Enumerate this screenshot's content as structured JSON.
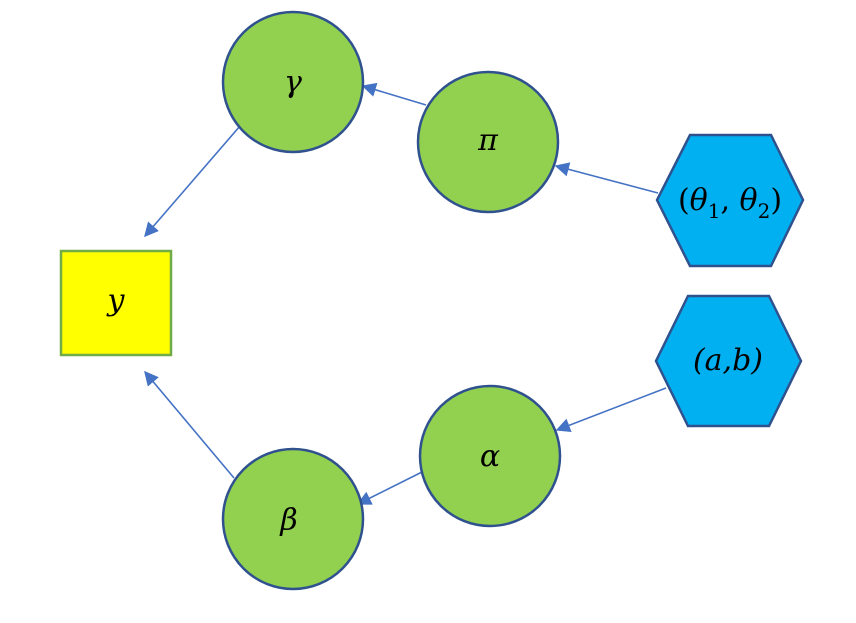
{
  "diagram": {
    "nodes": [
      {
        "id": "gamma",
        "label": "γ",
        "shape": "circle",
        "color": "#92d050"
      },
      {
        "id": "pi",
        "label": "π",
        "shape": "circle",
        "color": "#92d050"
      },
      {
        "id": "theta",
        "label": "(θ1,θ2)",
        "label_base": "(",
        "label_theta1": "θ",
        "label_sub1": "1",
        "label_comma": ", ",
        "label_theta2": "θ",
        "label_sub2": "2",
        "label_close": ")",
        "shape": "hexagon",
        "color": "#00b0f0"
      },
      {
        "id": "y",
        "label": "y",
        "shape": "square",
        "color": "#ffff00"
      },
      {
        "id": "ab",
        "label": "(a,b)",
        "shape": "hexagon",
        "color": "#00b0f0"
      },
      {
        "id": "alpha",
        "label": "α",
        "shape": "circle",
        "color": "#92d050"
      },
      {
        "id": "beta",
        "label": "β",
        "shape": "circle",
        "color": "#92d050"
      }
    ],
    "edges": [
      {
        "from": "pi",
        "to": "gamma"
      },
      {
        "from": "theta",
        "to": "pi"
      },
      {
        "from": "gamma",
        "to": "y"
      },
      {
        "from": "ab",
        "to": "alpha"
      },
      {
        "from": "alpha",
        "to": "beta"
      },
      {
        "from": "beta",
        "to": "y"
      }
    ],
    "edge_color": "#4472c4"
  }
}
